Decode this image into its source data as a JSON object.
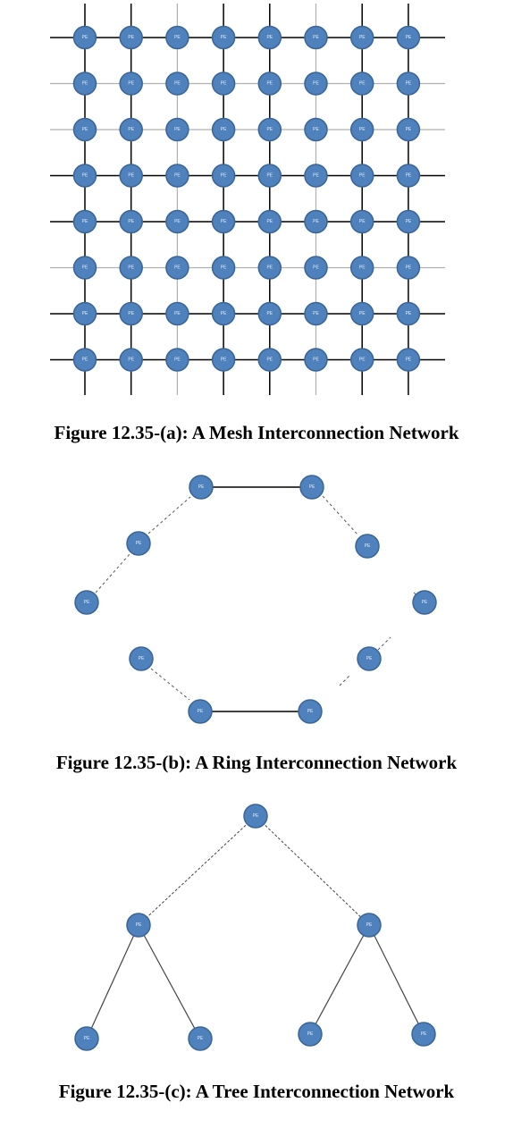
{
  "node_label": "PE",
  "colors": {
    "node_fill": "#4f81bd",
    "node_stroke": "#3a6596",
    "line": "#000000"
  },
  "mesh": {
    "caption": "Figure 12.35-(a): A Mesh Interconnection Network",
    "rows": 8,
    "cols": 8
  },
  "ring": {
    "caption": "Figure 12.35-(b): A Ring Interconnection Network",
    "node_count": 10
  },
  "tree": {
    "caption": "Figure 12.35-(c): A Tree Interconnection Network",
    "levels": 3,
    "node_count": 7
  }
}
